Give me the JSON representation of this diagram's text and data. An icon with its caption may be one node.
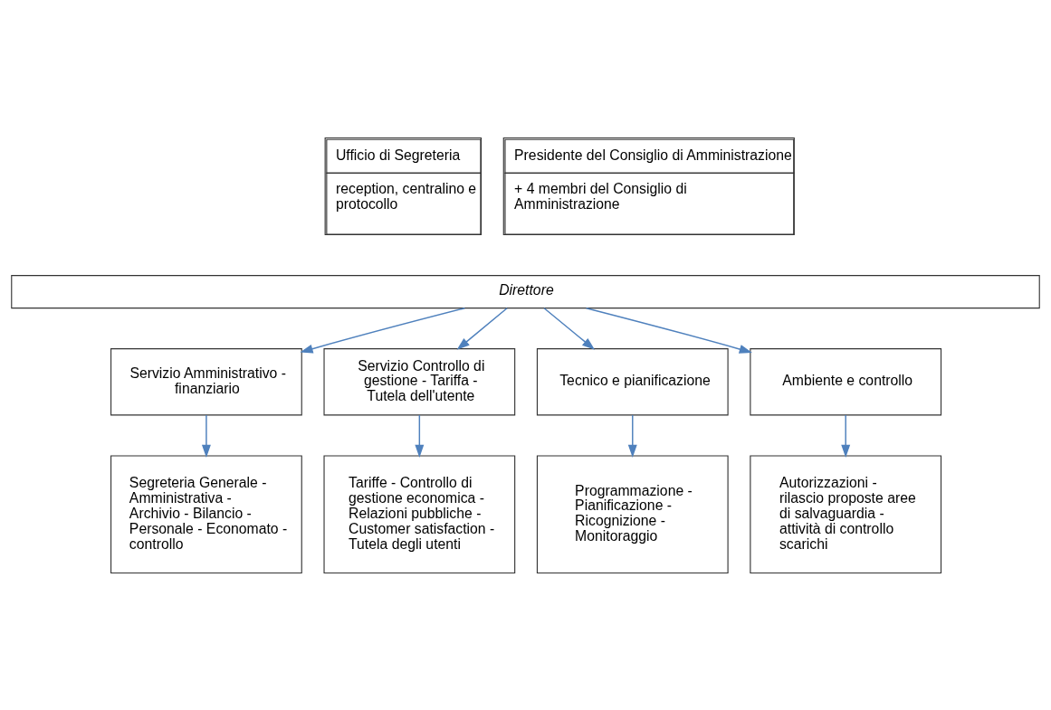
{
  "diagram": {
    "nodes": [
      {
        "text": [
          "Ufficio di Segreteria",
          "reception, centralino e protocollo"
        ]
      },
      {
        "text": [
          "Presidente del Consiglio di Amministrazione",
          "+ 4 membri del Consiglio di Amministrazione"
        ]
      },
      {
        "text": [
          "Direttore"
        ]
      },
      {
        "text": [
          "Servizio Amministrativo - finanziario"
        ]
      },
      {
        "text": [
          "Servizio Controllo di gestione - Tariffa - Tutela dell'utente"
        ]
      },
      {
        "text": [
          "Tecnico e pianificazione"
        ]
      },
      {
        "text": [
          "Ambiente e controllo"
        ]
      },
      {
        "text": [
          "Segreteria Generale - Amministrativa - Archivio - Bilancio - Personale - Economato - controllo"
        ]
      },
      {
        "text": [
          "Tariffe - Controllo di gestione economica - Relazioni pubbliche - Customer satisfaction - Tutela degli utenti"
        ]
      },
      {
        "text": [
          "Programmazione - Pianificazione - Ricognizione - Monitoraggio"
        ]
      },
      {
        "text": [
          "Autorizzazioni - rilascio proposte aree di salvaguardia - attività di controllo scarichi"
        ]
      }
    ],
    "edges": [
      {
        "from": 2,
        "to": 3,
        "arrow": "to"
      },
      {
        "from": 2,
        "to": 4,
        "arrow": "to"
      },
      {
        "from": 2,
        "to": 5,
        "arrow": "to"
      },
      {
        "from": 2,
        "to": 6,
        "arrow": "to"
      },
      {
        "from": 3,
        "to": 7,
        "arrow": "to"
      },
      {
        "from": 4,
        "to": 8,
        "arrow": "to"
      },
      {
        "from": 5,
        "to": 9,
        "arrow": "to"
      },
      {
        "from": 6,
        "to": 10,
        "arrow": "to"
      }
    ]
  }
}
